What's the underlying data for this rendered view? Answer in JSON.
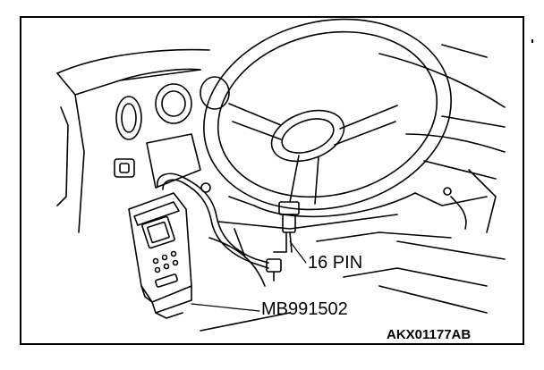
{
  "figure": {
    "callouts": {
      "connector_label": "16 PIN",
      "tool_label": "MB991502"
    },
    "figure_id": "AKX01177AB",
    "colors": {
      "line": "#000000",
      "background": "#ffffff"
    },
    "icons": [
      "steering-wheel-icon",
      "scan-tool-icon",
      "diagnostic-connector-icon",
      "cable-icon"
    ]
  }
}
